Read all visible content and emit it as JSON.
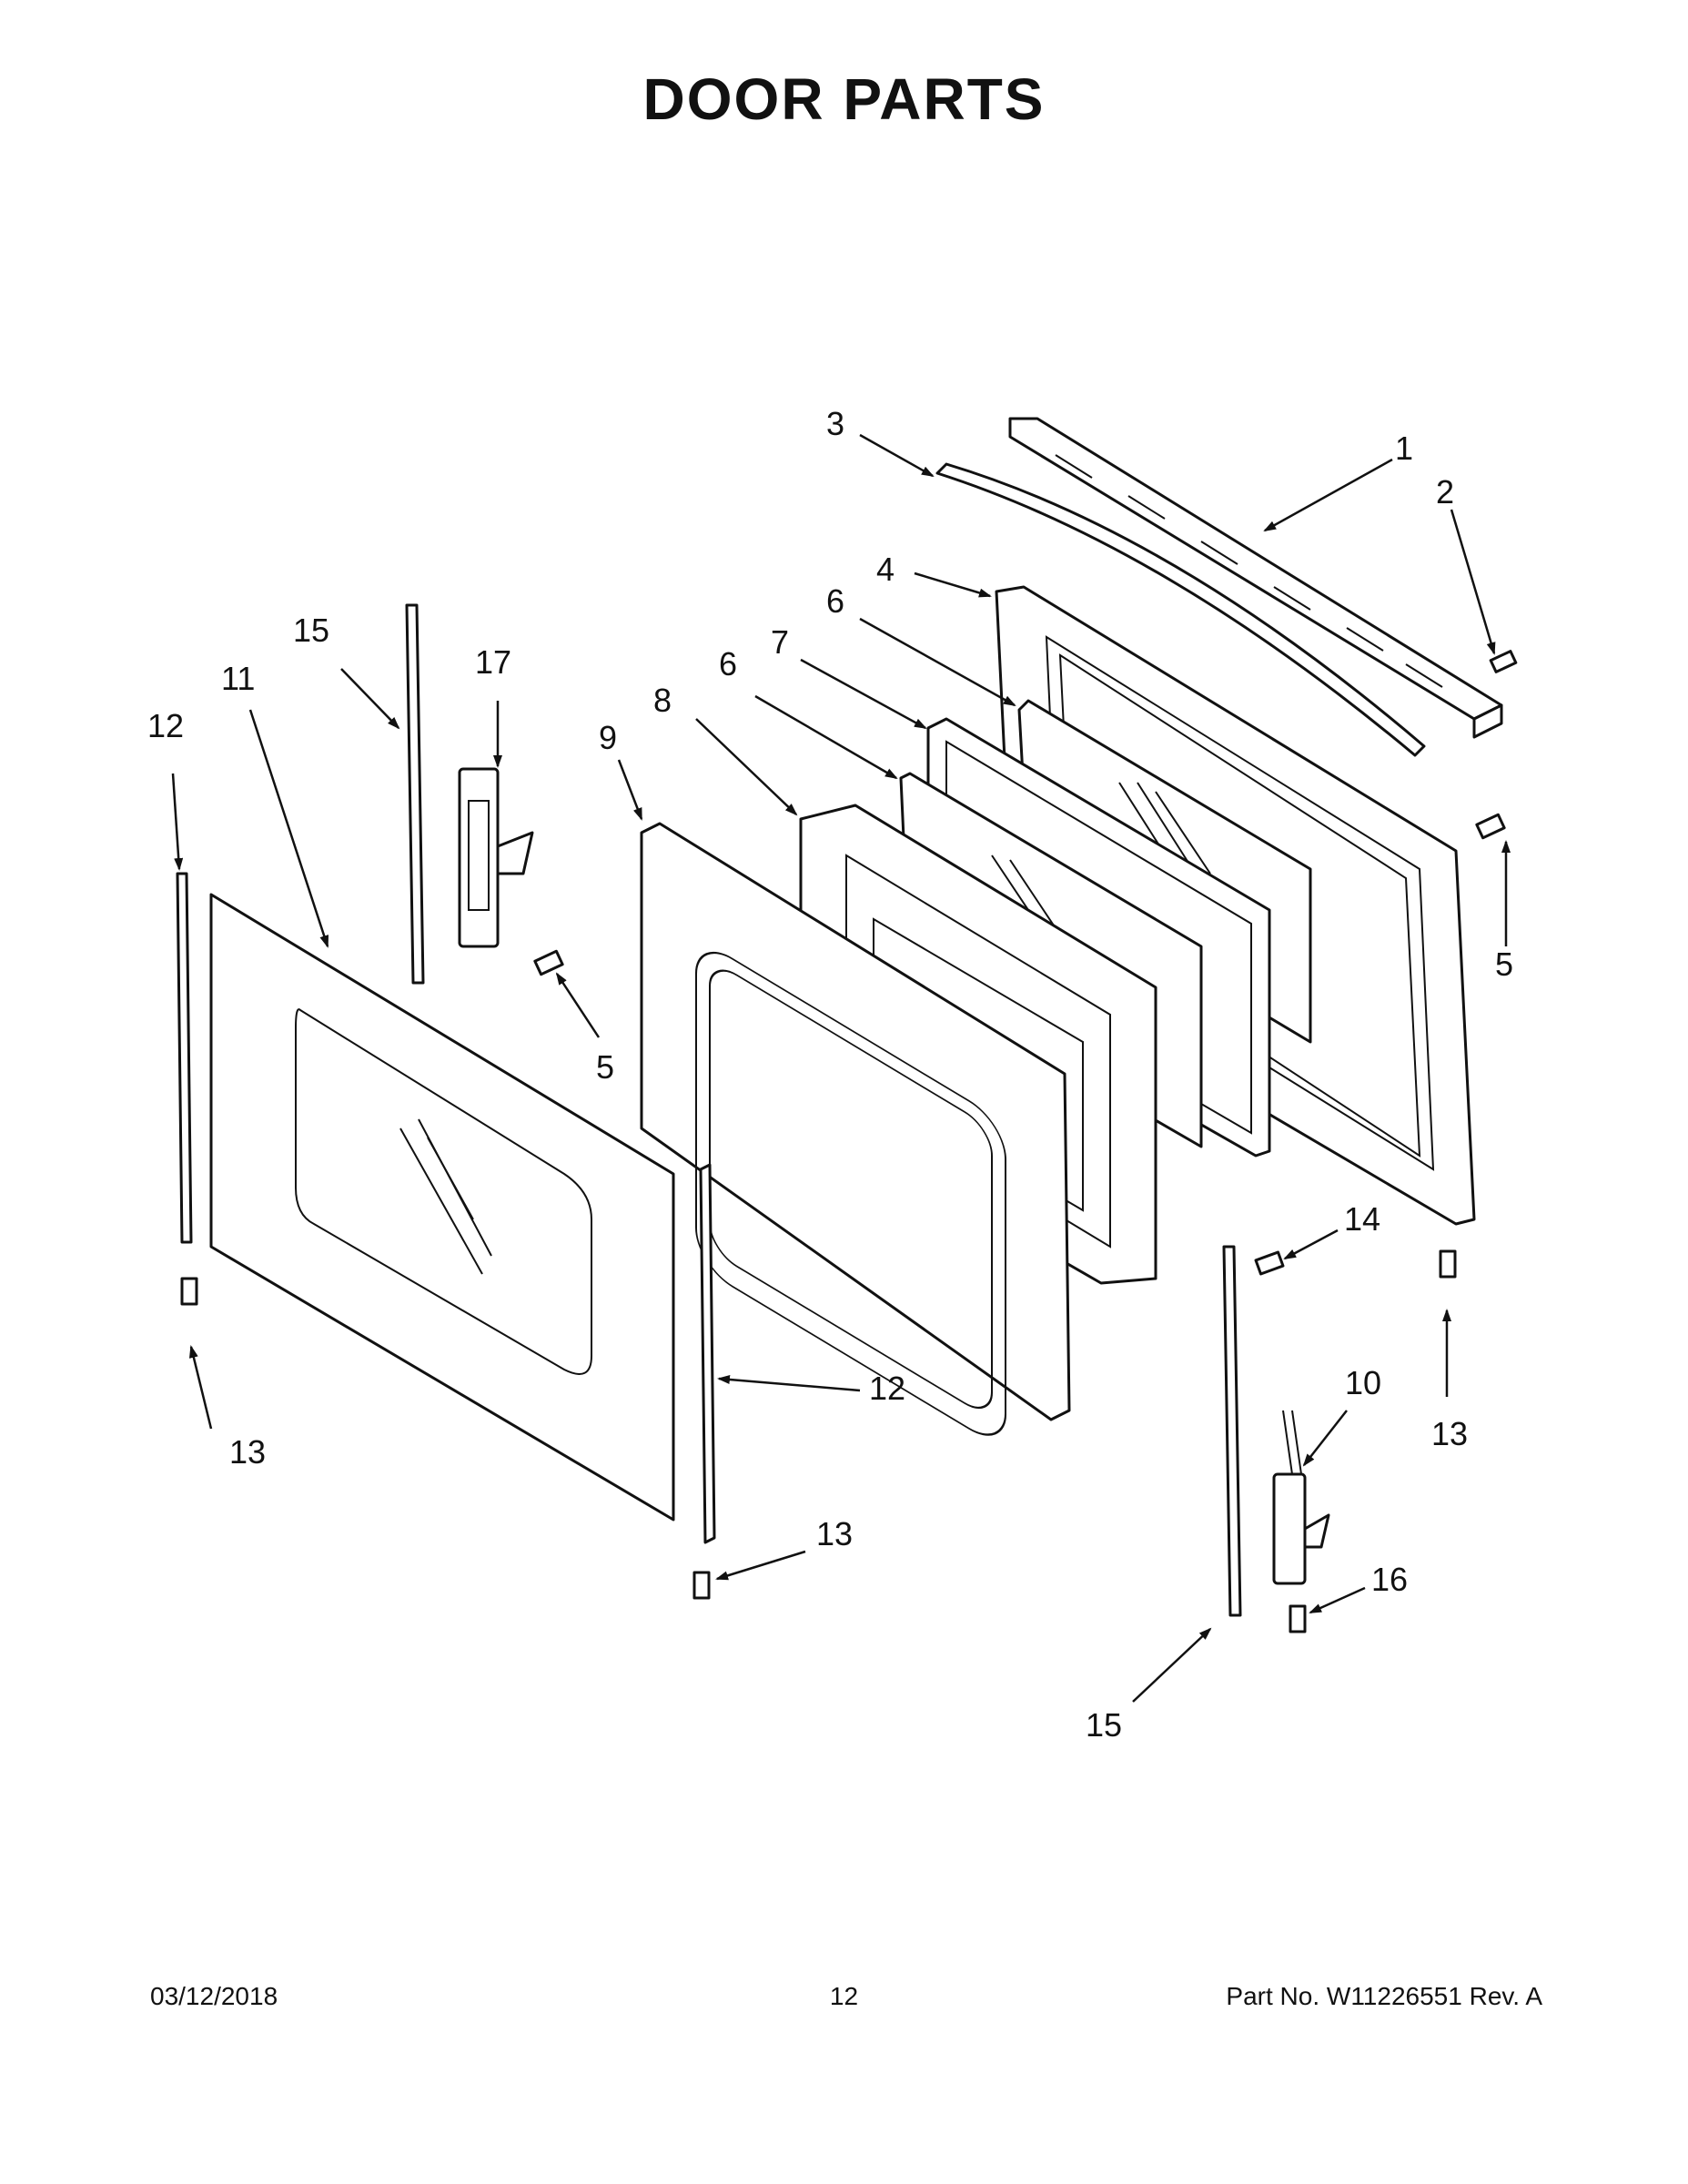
{
  "page": {
    "title": "DOOR PARTS",
    "footer_date": "03/12/2018",
    "footer_page": "12",
    "footer_part": "Part No.  W11226551  Rev.  A"
  },
  "callouts": {
    "c1": "1",
    "c2": "2",
    "c3": "3",
    "c4": "4",
    "c5a": "5",
    "c5b": "5",
    "c6a": "6",
    "c6b": "6",
    "c7": "7",
    "c8": "8",
    "c9": "9",
    "c10": "10",
    "c11": "11",
    "c12a": "12",
    "c12b": "12",
    "c13a": "13",
    "c13b": "13",
    "c13c": "13",
    "c14": "14",
    "c15a": "15",
    "c15b": "15",
    "c16": "16",
    "c17": "17"
  }
}
